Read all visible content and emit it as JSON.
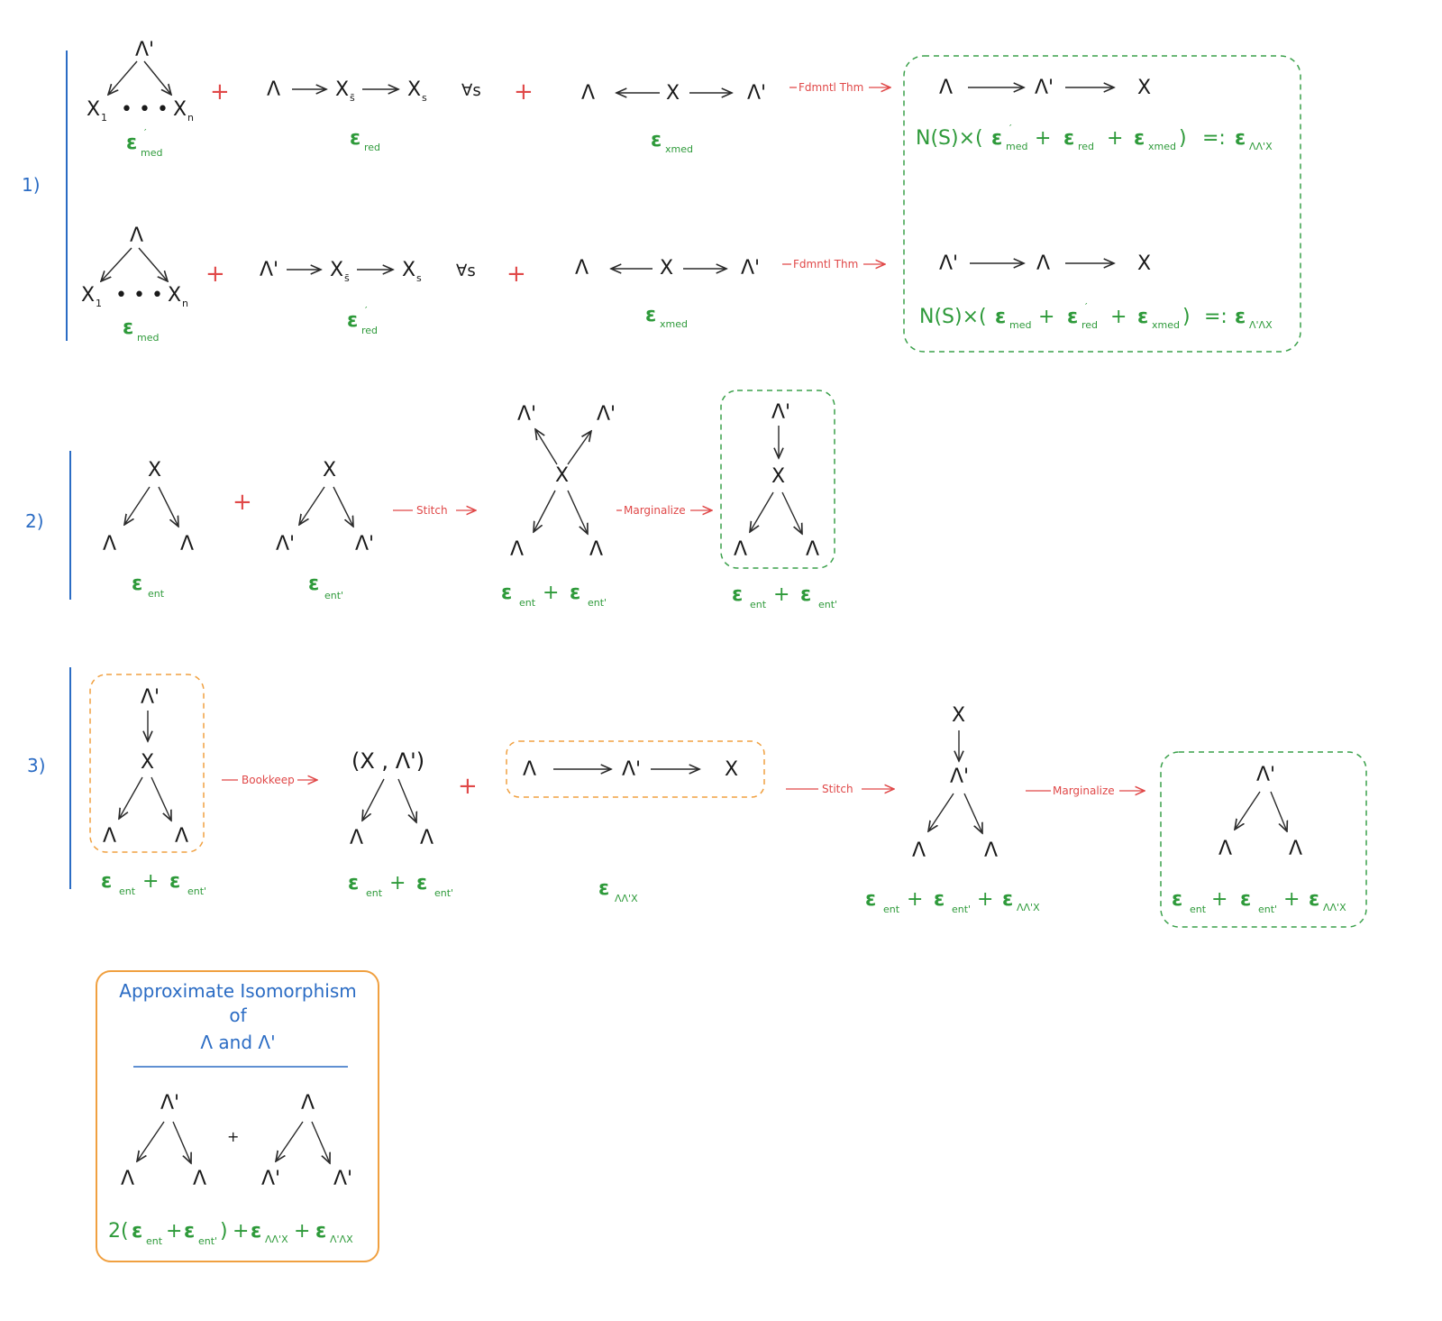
{
  "colors": {
    "ink": "#1a1a1a",
    "error_green": "#2e9a3a",
    "red_label": "#e04848",
    "section_blue": "#2b6cc4",
    "orange_box": "#f0a040",
    "green_box": "#3aa04a"
  },
  "sections": [
    {
      "label": "1)",
      "rows": [
        {
          "fork_top": "Λ'",
          "fork_leaves": [
            "X",
            "X"
          ],
          "fork_leaf_subs": [
            "1",
            "n"
          ],
          "fork_dots": "• • •",
          "fork_error": "ε",
          "fork_error_sub": "med",
          "fork_error_prime": "′",
          "plus1": "+",
          "chain": [
            "Λ",
            "X",
            "X"
          ],
          "chain_subs": [
            "s̄",
            "s"
          ],
          "forall": "∀s",
          "chain_error": "ε",
          "chain_error_sub": "red",
          "plus2": "+",
          "med": [
            "Λ",
            "X",
            "Λ'"
          ],
          "med_error": "ε",
          "med_error_sub": "xmed",
          "arrow_label": "Fdmntl Thm",
          "result_chain": [
            "Λ",
            "Λ'",
            "X"
          ],
          "result_formula": {
            "prefix": "N(S)×(",
            "e1_sub": "med",
            "e1_prime": "′",
            "plus_a": "+",
            "e2_sub": "red",
            "plus_b": "+",
            "e3_sub": "xmed",
            "close": ")",
            "assign": "=:",
            "e4_sub": "ΛΛ'X"
          }
        },
        {
          "fork_top": "Λ",
          "fork_leaves": [
            "X",
            "X"
          ],
          "fork_leaf_subs": [
            "1",
            "n"
          ],
          "fork_dots": "• • •",
          "fork_error": "ε",
          "fork_error_sub": "med",
          "plus1": "+",
          "chain": [
            "Λ'",
            "X",
            "X"
          ],
          "chain_subs": [
            "s̄",
            "s"
          ],
          "forall": "∀s",
          "chain_error": "ε",
          "chain_error_sub": "red",
          "chain_error_prime": "′",
          "plus2": "+",
          "med": [
            "Λ",
            "X",
            "Λ'"
          ],
          "med_error": "ε",
          "med_error_sub": "xmed",
          "arrow_label": "Fdmntl Thm",
          "result_chain": [
            "Λ'",
            "Λ",
            "X"
          ],
          "result_formula": {
            "prefix": "N(S)×(",
            "e1_sub": "med",
            "plus_a": "+",
            "e2_sub": "red",
            "e2_prime": "′",
            "plus_b": "+",
            "e3_sub": "xmed",
            "close": ")",
            "assign": "=:",
            "e4_sub": "Λ'ΛX"
          }
        }
      ]
    },
    {
      "label": "2)",
      "tree1": {
        "top": "X",
        "leaves": [
          "Λ",
          "Λ"
        ],
        "error": "ε",
        "error_sub": "ent"
      },
      "plus": "+",
      "tree2": {
        "top": "X",
        "leaves": [
          "Λ'",
          "Λ'"
        ],
        "error": "ε",
        "error_sub": "ent'"
      },
      "stitch_label": "Stitch",
      "xtree": {
        "tops": [
          "Λ'",
          "Λ'"
        ],
        "center": "X",
        "leaves": [
          "Λ",
          "Λ"
        ],
        "error": [
          "ε",
          "ent",
          "+",
          "ε",
          "ent'"
        ]
      },
      "marg_label": "Marginalize",
      "result": {
        "top": "Λ'",
        "mid": "X",
        "leaves": [
          "Λ",
          "Λ"
        ],
        "error": [
          "ε",
          "ent",
          "+",
          "ε",
          "ent'"
        ]
      }
    },
    {
      "label": "3)",
      "tree1": {
        "top": "Λ'",
        "mid": "X",
        "leaves": [
          "Λ",
          "Λ"
        ],
        "error": [
          "ε",
          "ent",
          "+",
          "ε",
          "ent'"
        ]
      },
      "bookkeep_label": "Bookkeep",
      "pair": {
        "top": "(X , Λ')",
        "leaves": [
          "Λ",
          "Λ"
        ],
        "error": [
          "ε",
          "ent",
          "+",
          "ε",
          "ent'"
        ]
      },
      "plus": "+",
      "chain": {
        "nodes": [
          "Λ",
          "Λ'",
          "X"
        ],
        "error": "ε",
        "error_sub": "ΛΛ'X"
      },
      "stitch_label": "Stitch",
      "stitched": {
        "top": "X",
        "mid": "Λ'",
        "leaves": [
          "Λ",
          "Λ"
        ],
        "error": [
          "ε",
          "ent",
          "+",
          "ε",
          "ent'",
          "+",
          "ε",
          "ΛΛ'X"
        ]
      },
      "marg_label": "Marginalize",
      "result": {
        "top": "Λ'",
        "leaves": [
          "Λ",
          "Λ"
        ],
        "error": [
          "ε",
          "ent",
          "+",
          "ε",
          "ent'",
          "+",
          "ε",
          "ΛΛ'X"
        ]
      }
    }
  ],
  "summary": {
    "title_lines": [
      "Approximate Isomorphism",
      "of",
      "Λ and Λ'"
    ],
    "tree1": {
      "top": "Λ'",
      "leaves": [
        "Λ",
        "Λ"
      ]
    },
    "plus": "+",
    "tree2": {
      "top": "Λ",
      "leaves": [
        "Λ'",
        "Λ'"
      ]
    },
    "formula": {
      "coef": "2(",
      "e1_sub": "ent",
      "plus1": "+",
      "e2_sub": "ent'",
      "close": ")",
      "plus2": "+",
      "e3_sub": "ΛΛ'X",
      "plus3": "+",
      "e4_sub": "Λ'ΛX"
    }
  }
}
